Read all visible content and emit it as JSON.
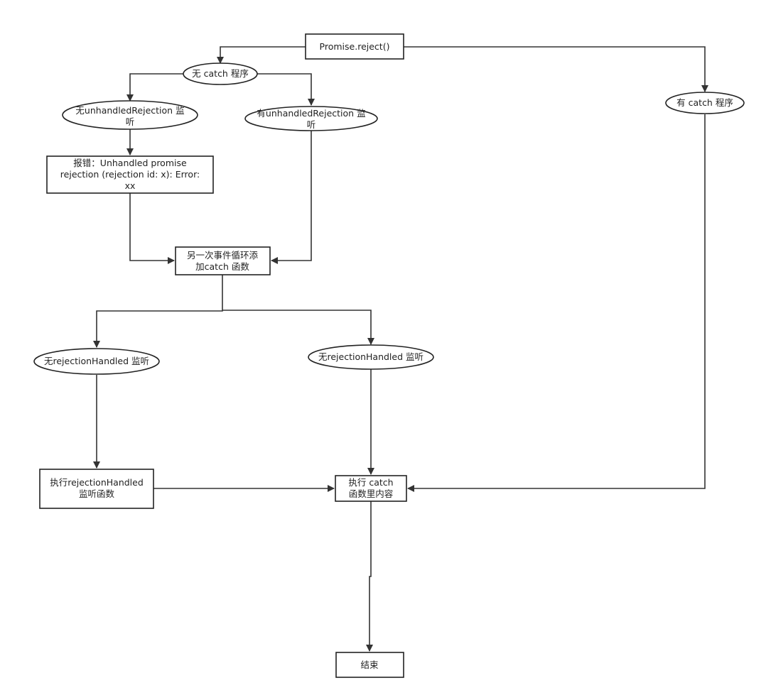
{
  "nodes": {
    "promise_reject": {
      "label": "Promise.reject()"
    },
    "no_catch": {
      "label": "无 catch 程序"
    },
    "has_catch": {
      "label": "有 catch 程序"
    },
    "no_unhandled_listener": {
      "label_line1": "无unhandledRejection 监",
      "label_line2": "听"
    },
    "has_unhandled_listener": {
      "label_line1": "有unhandledRejection 监",
      "label_line2": "听"
    },
    "error_report": {
      "label_line1": "报错：Unhandled promise",
      "label_line2": "rejection (rejection id: x): Error:",
      "label_line3": "xx"
    },
    "add_catch_next_loop": {
      "label_line1": "另一次事件循环添",
      "label_line2": "加catch 函数"
    },
    "no_rejection_handled_left": {
      "label": "无rejectionHandled 监听"
    },
    "no_rejection_handled_right": {
      "label": "无rejectionHandled 监听"
    },
    "exec_rejection_handled": {
      "label_line1": "执行rejectionHandled",
      "label_line2": "监听函数"
    },
    "exec_catch": {
      "label_line1": "执行 catch",
      "label_line2": "函数里内容"
    },
    "end": {
      "label": "结束"
    }
  }
}
